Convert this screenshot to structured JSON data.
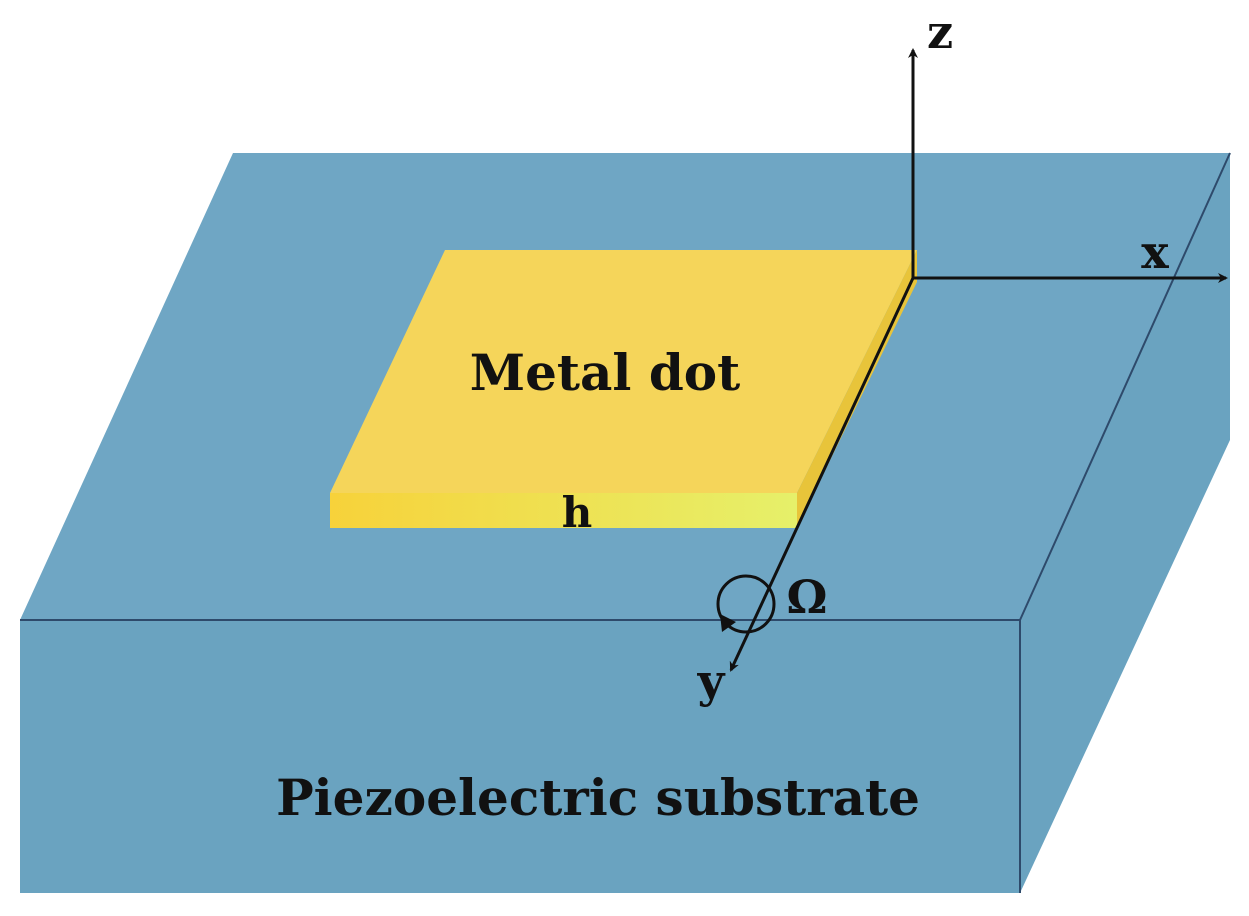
{
  "labels": {
    "metal": "Metal dot",
    "substrate": "Piezoelectric substrate",
    "thickness": "h",
    "rotation": "Ω",
    "axis_x": "x",
    "axis_y": "y",
    "axis_z": "z"
  },
  "colors": {
    "substrate_top": "#6fa6c4",
    "substrate_front": "#6aa3c0",
    "substrate_side": "#6aa3c0",
    "edge": "#2e4a6b",
    "metal_top": "#f5d55a",
    "metal_front_start": "#f7d23a",
    "metal_front_end": "#e6f06a",
    "metal_right": "#e8c43a",
    "axis": "#111111"
  }
}
